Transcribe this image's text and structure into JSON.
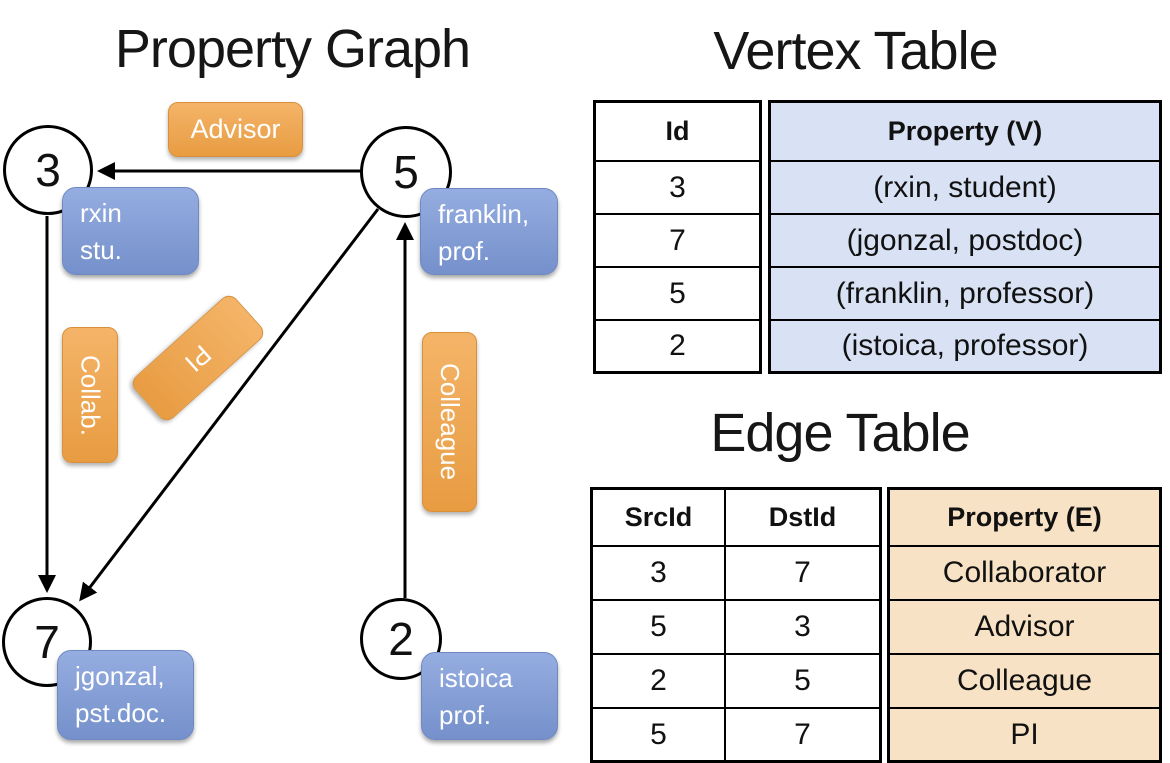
{
  "graph": {
    "title": "Property Graph",
    "nodes": [
      {
        "id": "3",
        "label_line1": "rxin",
        "label_line2": "stu."
      },
      {
        "id": "5",
        "label_line1": "franklin,",
        "label_line2": "prof."
      },
      {
        "id": "7",
        "label_line1": "jgonzal,",
        "label_line2": "pst.doc."
      },
      {
        "id": "2",
        "label_line1": "istoica",
        "label_line2": "prof."
      }
    ],
    "edges": [
      {
        "src": "5",
        "dst": "3",
        "label": "Advisor"
      },
      {
        "src": "3",
        "dst": "7",
        "label": "Collab."
      },
      {
        "src": "5",
        "dst": "7",
        "label": "PI"
      },
      {
        "src": "2",
        "dst": "5",
        "label": "Colleague"
      }
    ]
  },
  "vertex_table": {
    "title": "Vertex Table",
    "headers": {
      "id": "Id",
      "property": "Property (V)"
    },
    "rows": [
      {
        "id": "3",
        "property": "(rxin, student)"
      },
      {
        "id": "7",
        "property": "(jgonzal, postdoc)"
      },
      {
        "id": "5",
        "property": "(franklin, professor)"
      },
      {
        "id": "2",
        "property": "(istoica, professor)"
      }
    ]
  },
  "edge_table": {
    "title": "Edge Table",
    "headers": {
      "src": "SrcId",
      "dst": "DstId",
      "property": "Property (E)"
    },
    "rows": [
      {
        "src": "3",
        "dst": "7",
        "property": "Collaborator"
      },
      {
        "src": "5",
        "dst": "3",
        "property": "Advisor"
      },
      {
        "src": "2",
        "dst": "5",
        "property": "Colleague"
      },
      {
        "src": "5",
        "dst": "7",
        "property": "PI"
      }
    ]
  },
  "colors": {
    "edge_label_orange": "#EDA44E",
    "vertex_box_blue": "#84A0D6",
    "vertex_table_fill": "#D8E2F4",
    "edge_table_fill": "#F7E2C5"
  }
}
